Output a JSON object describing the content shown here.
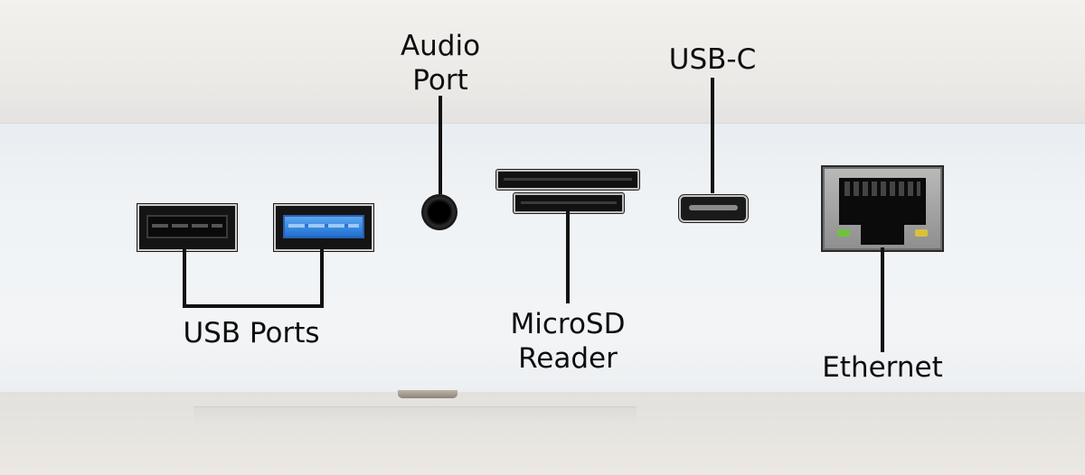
{
  "labels": {
    "audio_line1": "Audio",
    "audio_line2": "Port",
    "usbc": "USB-C",
    "usb_ports": "USB Ports",
    "microsd_line1": "MicroSD",
    "microsd_line2": "Reader",
    "ethernet": "Ethernet"
  },
  "colors": {
    "label_text": "#0d0d0d",
    "usb3_blue": "#2f7fdd",
    "led_green": "#6fc240",
    "led_yellow": "#d7c23a"
  }
}
